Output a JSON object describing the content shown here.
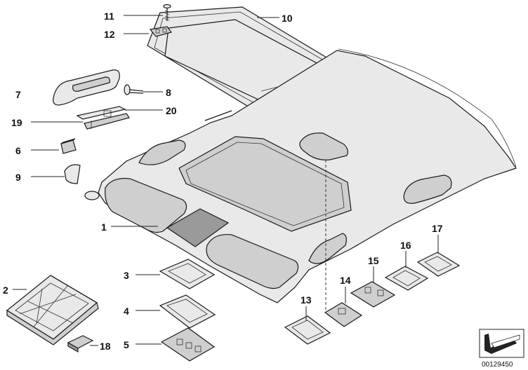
{
  "callouts": {
    "c1": "1",
    "c2": "2",
    "c3": "3",
    "c4": "4",
    "c5": "5",
    "c6": "6",
    "c7": "7",
    "c8": "8",
    "c9": "9",
    "c10": "10",
    "c11": "11",
    "c12": "12",
    "c13": "13",
    "c14": "14",
    "c15": "15",
    "c16": "16",
    "c17": "17",
    "c18": "18",
    "c19": "19",
    "c20": "20"
  },
  "document_number": "00129450",
  "colors": {
    "line": "#1a1a1a",
    "fill_light": "#e9e9e9",
    "fill_mid": "#cfcfcf"
  }
}
